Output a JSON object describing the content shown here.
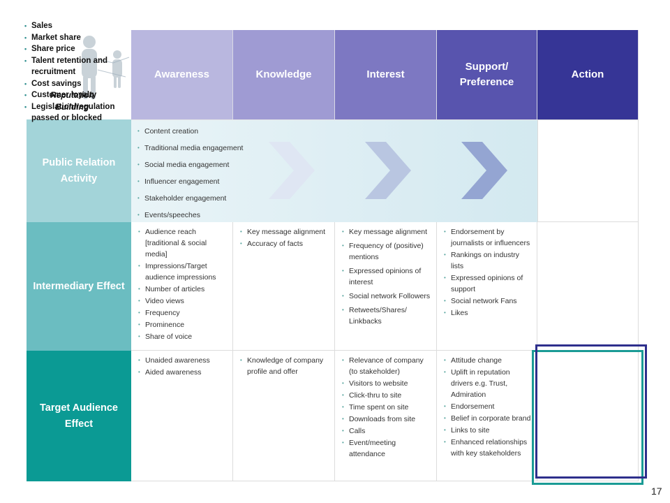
{
  "outcomes": {
    "items": [
      "Sales",
      "Market share",
      "Share price",
      "Talent retention and recruitment",
      "Cost savings",
      "Customer loyalty",
      "Legislation/regulation passed or blocked"
    ],
    "overlay_label_line1": "Reputation",
    "overlay_label_line2": "Building"
  },
  "headers": {
    "awareness": "Awareness",
    "knowledge": "Knowledge",
    "interest": "Interest",
    "support": "Support/ Preference",
    "action": "Action"
  },
  "rows": {
    "public_relation": "Public Relation Activity",
    "intermediary": "Intermediary Effect",
    "target_audience": "Target Audience Effect"
  },
  "pr_activities": [
    "Content creation",
    "Traditional media engagement",
    "Social media engagement",
    "Influencer engagement",
    "Stakeholder engagement",
    "Events/speeches"
  ],
  "intermediary": {
    "awareness": [
      "Audience reach [traditional & social media]",
      "Impressions/Target audience impressions",
      "Number of articles",
      "Video views",
      "Frequency",
      "Prominence",
      "Share of voice"
    ],
    "knowledge": [
      "Key message alignment",
      "Accuracy of facts"
    ],
    "interest": [
      "Key message alignment",
      "Frequency of (positive) mentions",
      "Expressed opinions of interest",
      "Social network Followers",
      "Retweets/Shares/ Linkbacks"
    ],
    "support": [
      "Endorsement by journalists or influencers",
      "Rankings on industry lists",
      "Expressed opinions of support",
      "Social network Fans",
      "Likes"
    ]
  },
  "target_audience": {
    "awareness": [
      "Unaided awareness",
      "Aided awareness"
    ],
    "knowledge": [
      "Knowledge of company profile and offer"
    ],
    "interest": [
      "Relevance of company (to stakeholder)",
      "Visitors to website",
      "Click-thru to site",
      "Time spent on site",
      "Downloads from site",
      "Calls",
      "Event/meeting attendance"
    ],
    "support": [
      "Attitude change",
      "Uplift in reputation drivers e.g. Trust, Admiration",
      "Endorsement",
      "Belief in corporate brand",
      "Links to site",
      "Enhanced relationships with key stakeholders"
    ]
  },
  "page_number": "17",
  "colors": {
    "awareness": "#b9b7df",
    "knowledge": "#9f9bd3",
    "interest": "#7d78c2",
    "support": "#5854ae",
    "action": "#363596",
    "pr_row": "#a3d4d9",
    "intermediary_row": "#6bbdc1",
    "target_row": "#0b9a94"
  }
}
